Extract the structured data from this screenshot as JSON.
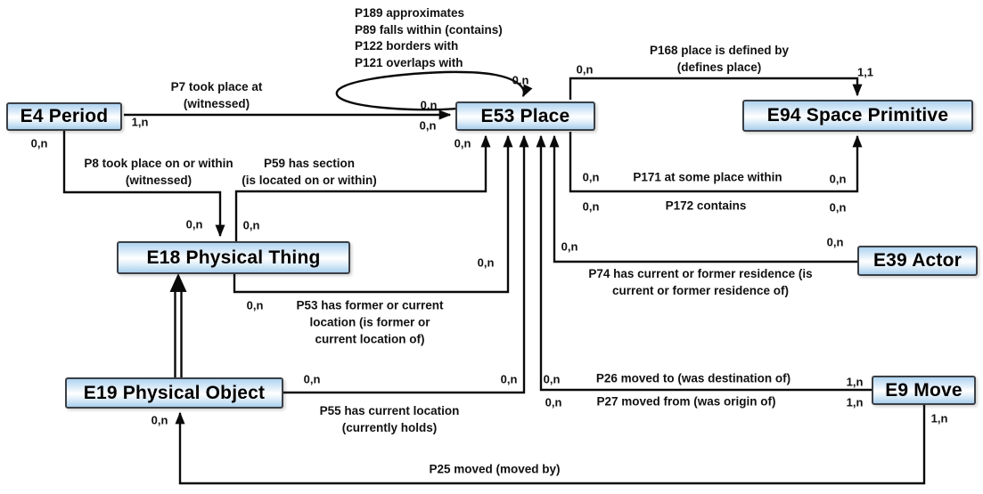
{
  "entities": {
    "e4": {
      "label": "E4 Period"
    },
    "e53": {
      "label": "E53 Place"
    },
    "e94": {
      "label": "E94 Space Primitive"
    },
    "e18": {
      "label": "E18 Physical Thing"
    },
    "e39": {
      "label": "E39 Actor"
    },
    "e19": {
      "label": "E19 Physical Object"
    },
    "e9": {
      "label": "E9 Move"
    }
  },
  "properties": {
    "p7": {
      "from": "E4 Period",
      "to": "E53 Place",
      "label": "P7 took place at\n(witnessed)",
      "cards": {
        "e4": "1,n",
        "e53": "0,n"
      }
    },
    "self_loop": {
      "from": "E53 Place",
      "to": "E53 Place",
      "label": "P189 approximates\nP89 falls within (contains)\nP122 borders with\nP121 overlaps with",
      "cards": {
        "tail": "0,n",
        "head": "0,n"
      }
    },
    "p8": {
      "from": "E4 Period",
      "to": "E18 Physical Thing",
      "label": "P8 took place on or within\n(witnessed)",
      "cards": {
        "e4": "0,n",
        "e18": "0,n"
      }
    },
    "p59": {
      "from": "E18 Physical Thing",
      "to": "E53 Place",
      "label": "P59 has section\n(is located on or within)",
      "cards": {
        "e18": "0,n",
        "e53": "0,n"
      }
    },
    "p53": {
      "from": "E18 Physical Thing",
      "to": "E53 Place",
      "label": "P53  has former or current\nlocation (is former or\ncurrent location of)",
      "cards": {
        "e18": "0,n",
        "e53": "0,n"
      }
    },
    "p55": {
      "from": "E19 Physical Object",
      "to": "E53 Place",
      "label": "P55 has current location\n(currently holds)",
      "cards": {
        "e19": "0,n",
        "e53": "0,n"
      }
    },
    "p26": {
      "from": "E9 Move",
      "to": "E53 Place",
      "label": "P26 moved to (was destination of)",
      "cards": {
        "e53": "0,n",
        "e9": "1,n"
      }
    },
    "p27": {
      "from": "E9 Move",
      "to": "E53 Place",
      "label": "P27 moved from (was origin of)",
      "cards": {
        "e53": "0,n",
        "e9": "1,n"
      }
    },
    "p74": {
      "from": "E39 Actor",
      "to": "E53 Place",
      "label": "P74 has current or former residence (is\ncurrent or former residence of)",
      "cards": {
        "e53": "0,n",
        "e39": "0,n"
      }
    },
    "p168": {
      "from": "E53 Place",
      "to": "E94 Space Primitive",
      "label": "P168 place is defined by\n(defines place)",
      "cards": {
        "e53": "0,n",
        "e94": "1,1"
      }
    },
    "p171": {
      "from": "E53 Place",
      "to": "E94 Space Primitive",
      "label": "P171 at some place within",
      "cards": {
        "e53": "0,n",
        "e94": "0,n"
      }
    },
    "p172": {
      "from": "E53 Place",
      "to": "E94 Space Primitive",
      "label": "P172 contains",
      "cards": {
        "e53": "0,n",
        "e94": "0,n"
      }
    },
    "p25": {
      "from": "E9 Move",
      "to": "E19 Physical Object",
      "label": "P25 moved (moved by)",
      "cards": {
        "e9": "1,n",
        "e19": "0,n"
      }
    },
    "subclass": {
      "from": "E19 Physical Object",
      "to": "E18 Physical Thing",
      "label": ""
    }
  },
  "colors": {
    "box_fill_top": "#aed3ef",
    "box_fill_mid": "#ffffff",
    "box_border": "#3b3f45",
    "line": "#0a0a0a",
    "background": "#ffffff"
  }
}
